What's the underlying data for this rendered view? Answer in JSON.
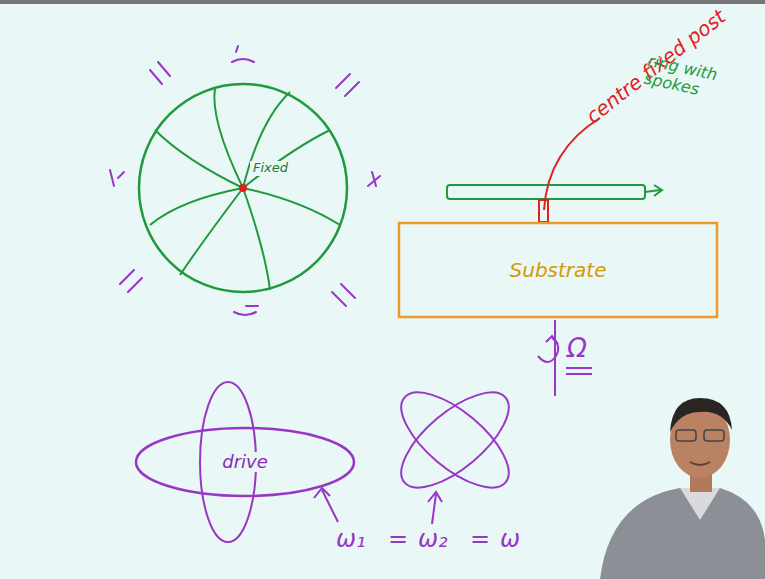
{
  "diagram": {
    "nodes": [
      {
        "text": [
          "Fixed"
        ]
      },
      {
        "text": [
          "Substrate"
        ]
      },
      {
        "text": [
          "drive"
        ]
      }
    ],
    "labels": [
      "centre fixed post",
      "ring with spokes",
      "Ω",
      "ω₁",
      "=",
      "ω₂",
      "=",
      "ω"
    ]
  }
}
